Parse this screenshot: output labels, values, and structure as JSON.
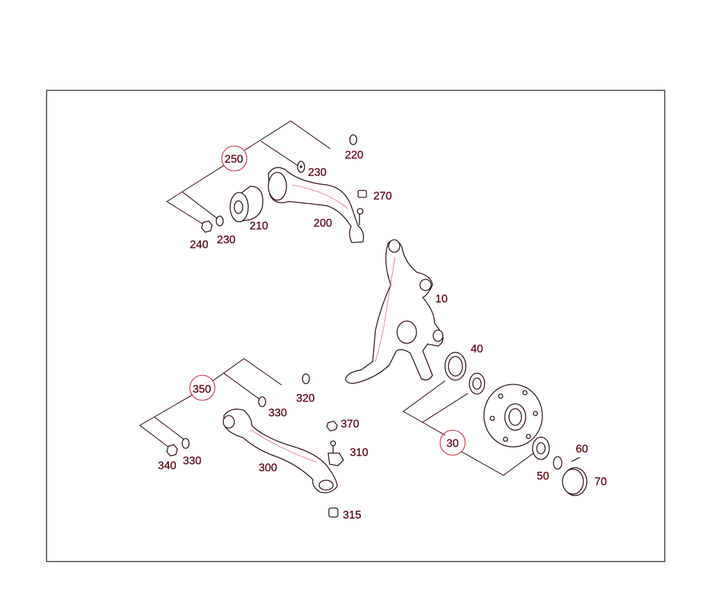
{
  "callouts": {
    "group_250": "250",
    "bolt_220": "220",
    "washer_230_top": "230",
    "washer_230_bottom": "230",
    "nut_270": "270",
    "nut_240": "240",
    "bushing_210": "210",
    "control_arm_200": "200",
    "steering_knuckle_10": "10",
    "seal_40": "40",
    "group_350": "350",
    "bolt_320": "320",
    "washer_330_top": "330",
    "washer_330_bottom": "330",
    "nut_340": "340",
    "nut_370": "370",
    "ball_joint_310": "310",
    "control_arm_300": "300",
    "nut_315": "315",
    "group_30": "30",
    "screw_60": "60",
    "clip_50": "50",
    "cap_70": "70"
  },
  "colors": {
    "line": "#3a1515",
    "accent": "#c0203a"
  }
}
